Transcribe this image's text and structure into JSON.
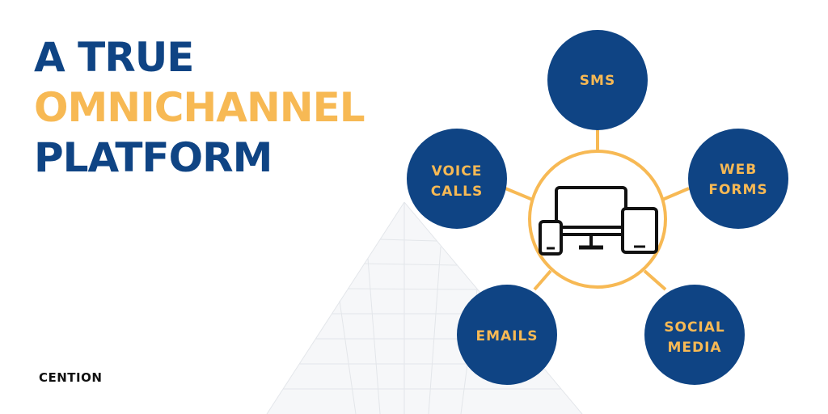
{
  "headline": {
    "line1": "A TRUE",
    "line2": "OMNICHANNEL",
    "line3": "PLATFORM"
  },
  "brand": {
    "logo_text": "CENTION"
  },
  "hub": {
    "icon": "devices-icon"
  },
  "channels": {
    "sms": {
      "line1": "SMS"
    },
    "web_forms": {
      "line1": "WEB",
      "line2": "FORMS"
    },
    "social_media": {
      "line1": "SOCIAL",
      "line2": "MEDIA"
    },
    "emails": {
      "line1": "EMAILS"
    },
    "voice_calls": {
      "line1": "VOICE",
      "line2": "CALLS"
    }
  },
  "colors": {
    "navy": "#0f4484",
    "accent": "#f7b954",
    "background": "#ffffff"
  }
}
